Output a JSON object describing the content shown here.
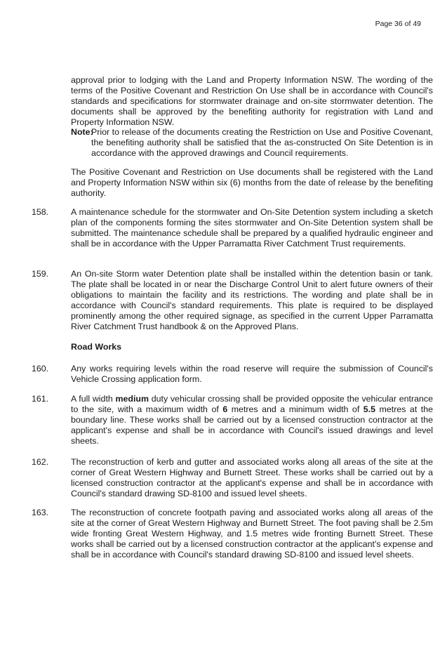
{
  "header": {
    "page_number": "Page 36 of 49"
  },
  "intro": {
    "para1": "approval prior to lodging with the Land and Property Information NSW. The wording of the terms of the Positive Covenant and Restriction On Use shall be in accordance with Council's standards and specifications for stormwater drainage and on-site stormwater detention. The documents shall be approved by the benefiting authority for registration with Land and Property Information NSW.",
    "note_label": "Note:",
    "note_text": "Prior to release of the documents creating the Restriction on Use and Positive Covenant, the benefiting authority shall be satisfied that the as-constructed On Site Detention is in accordance with the approved drawings and Council requirements.",
    "para2": "The Positive Covenant and Restriction on Use documents shall be registered with the Land and Property Information NSW within six (6) months from the date of release by the benefiting authority."
  },
  "items_before": [
    {
      "number": "158.",
      "text": "A maintenance schedule for the stormwater and On-Site Detention system including a sketch plan of the components forming the sites stormwater and On-Site Detention system shall be submitted. The maintenance schedule shall be prepared by a qualified hydraulic engineer and shall be in accordance with the Upper Parramatta River Catchment Trust requirements."
    },
    {
      "number": "159.",
      "text": "An On-site Storm water Detention plate shall be installed within the detention basin or tank. The plate shall be located in or near the Discharge Control Unit to alert future owners of their obligations to maintain the facility and its restrictions. The wording and plate shall be in accordance with Council's standard requirements. This plate is required to be displayed prominently among the other required signage, as specified in the current Upper Parramatta River Catchment Trust handbook & on the Approved Plans."
    }
  ],
  "section_heading": "Road Works",
  "item160": {
    "number": "160.",
    "text": "Any works requiring levels within the road reserve will require the submission of Council's Vehicle Crossing application form."
  },
  "item161": {
    "number": "161.",
    "t1": "A full width ",
    "b1": "medium",
    "t2": " duty vehicular crossing shall be provided opposite the vehicular entrance to the site, with a maximum width of ",
    "b2": "6",
    "t3": " metres and a minimum width of ",
    "b3": "5.5",
    "t4": " metres at the boundary line. These works shall be carried out by a licensed construction contractor at the applicant's expense and shall be in accordance with Council's issued drawings and level sheets."
  },
  "items_after": [
    {
      "number": "162.",
      "text": "The reconstruction of kerb and gutter and associated works along all areas of the site at the corner of Great Western Highway and Burnett Street. These works shall be carried out by a licensed construction contractor at the applicant's expense and shall be in accordance with Council's standard drawing SD-8100 and issued level sheets."
    },
    {
      "number": "163.",
      "text": "The reconstruction of concrete footpath paving and associated works along all areas of the site at the corner of Great Western Highway and Burnett Street. The foot paving shall be 2.5m wide fronting Great Western Highway, and 1.5 metres wide fronting Burnett Street. These works shall be carried out by a licensed construction contractor at the applicant's expense and shall be in accordance with Council's standard drawing SD-8100 and issued level sheets."
    }
  ]
}
